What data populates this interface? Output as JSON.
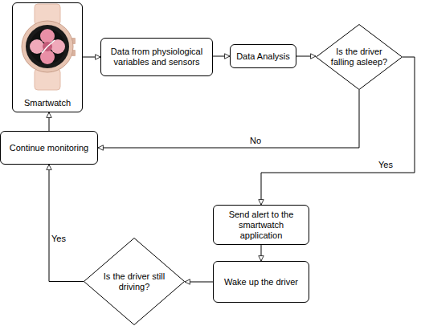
{
  "diagram": {
    "nodes": [
      {
        "text": [
          "Smartwatch"
        ]
      },
      {
        "text": [
          "Data from physiological variables and sensors"
        ]
      },
      {
        "text": [
          "Data Analysis"
        ]
      },
      {
        "text": [
          "Is the driver falling asleep?"
        ]
      },
      {
        "text": [
          "Continue monitoring"
        ]
      },
      {
        "text": [
          "Send alert to the smartwatch application"
        ]
      },
      {
        "text": [
          "Wake up the driver"
        ]
      },
      {
        "text": [
          "Is the driver still driving?"
        ]
      }
    ],
    "edges": [
      {
        "from": 0,
        "to": 1,
        "arrow": "to"
      },
      {
        "from": 1,
        "to": 2,
        "arrow": "to"
      },
      {
        "from": 2,
        "to": 3,
        "arrow": "to"
      },
      {
        "from": 3,
        "to": 4,
        "label": "No",
        "arrow": "to"
      },
      {
        "from": 3,
        "to": 5,
        "label": "Yes",
        "arrow": "to"
      },
      {
        "from": 5,
        "to": 6,
        "arrow": "to"
      },
      {
        "from": 6,
        "to": 7,
        "arrow": "to"
      },
      {
        "from": 7,
        "to": 4,
        "label": "Yes",
        "arrow": "to"
      },
      {
        "from": 4,
        "to": 0,
        "arrow": "to"
      }
    ]
  }
}
